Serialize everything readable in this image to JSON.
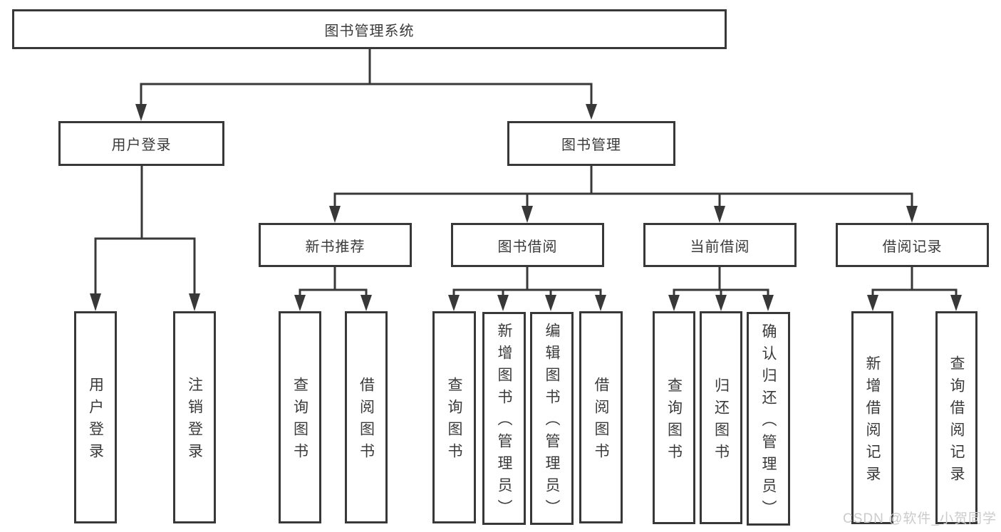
{
  "tree": {
    "label": "图书管理系统",
    "children": [
      {
        "label": "用户登录",
        "children": [
          {
            "label": "用户登录"
          },
          {
            "label": "注销登录"
          }
        ]
      },
      {
        "label": "图书管理",
        "children": [
          {
            "label": "新书推荐",
            "children": [
              {
                "label": "查询图书"
              },
              {
                "label": "借阅图书"
              }
            ]
          },
          {
            "label": "图书借阅",
            "children": [
              {
                "label": "查询图书"
              },
              {
                "label": "新增图书（管理员）"
              },
              {
                "label": "编辑图书（管理员）"
              },
              {
                "label": "借阅图书"
              }
            ]
          },
          {
            "label": "当前借阅",
            "children": [
              {
                "label": "查询图书"
              },
              {
                "label": "归还图书"
              },
              {
                "label": "确认归还（管理员）"
              }
            ]
          },
          {
            "label": "借阅记录",
            "children": [
              {
                "label": "新增借阅记录"
              },
              {
                "label": "查询借阅记录"
              }
            ]
          }
        ]
      }
    ]
  },
  "watermark": {
    "text": "CSDN @软件_小贺同学"
  },
  "colors": {
    "line": "#383838",
    "text": "#3a3a3a",
    "box_background": "#ffffff",
    "watermark": "#cbcbcb"
  }
}
